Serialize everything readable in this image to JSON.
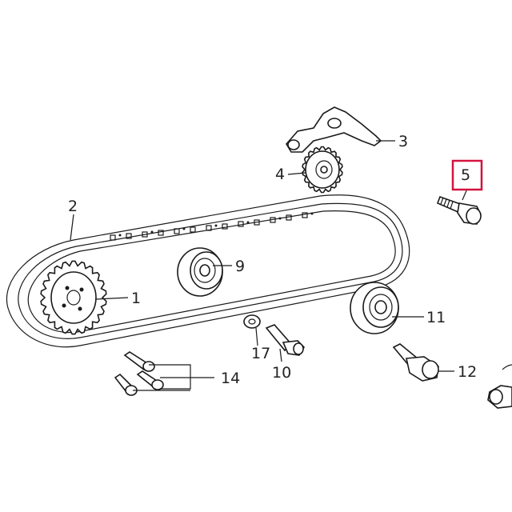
{
  "diagram": {
    "parts": [
      {
        "number": "1",
        "icon": "crankshaft-sprocket-icon"
      },
      {
        "number": "2",
        "icon": "timing-chain-icon"
      },
      {
        "number": "3",
        "icon": "tensioner-bracket-icon"
      },
      {
        "number": "4",
        "icon": "tensioner-sprocket-icon"
      },
      {
        "number": "5",
        "icon": "bolt-icon"
      },
      {
        "number": "9",
        "icon": "idler-pulley-icon"
      },
      {
        "number": "10",
        "icon": "pin-icon"
      },
      {
        "number": "11",
        "icon": "guide-pulley-icon"
      },
      {
        "number": "12",
        "icon": "plug-icon"
      },
      {
        "number": "14",
        "icon": "pin-set-icon"
      },
      {
        "number": "17",
        "icon": "washer-icon"
      }
    ],
    "highlighted_part": "5",
    "highlight_color": "#d3133f"
  }
}
